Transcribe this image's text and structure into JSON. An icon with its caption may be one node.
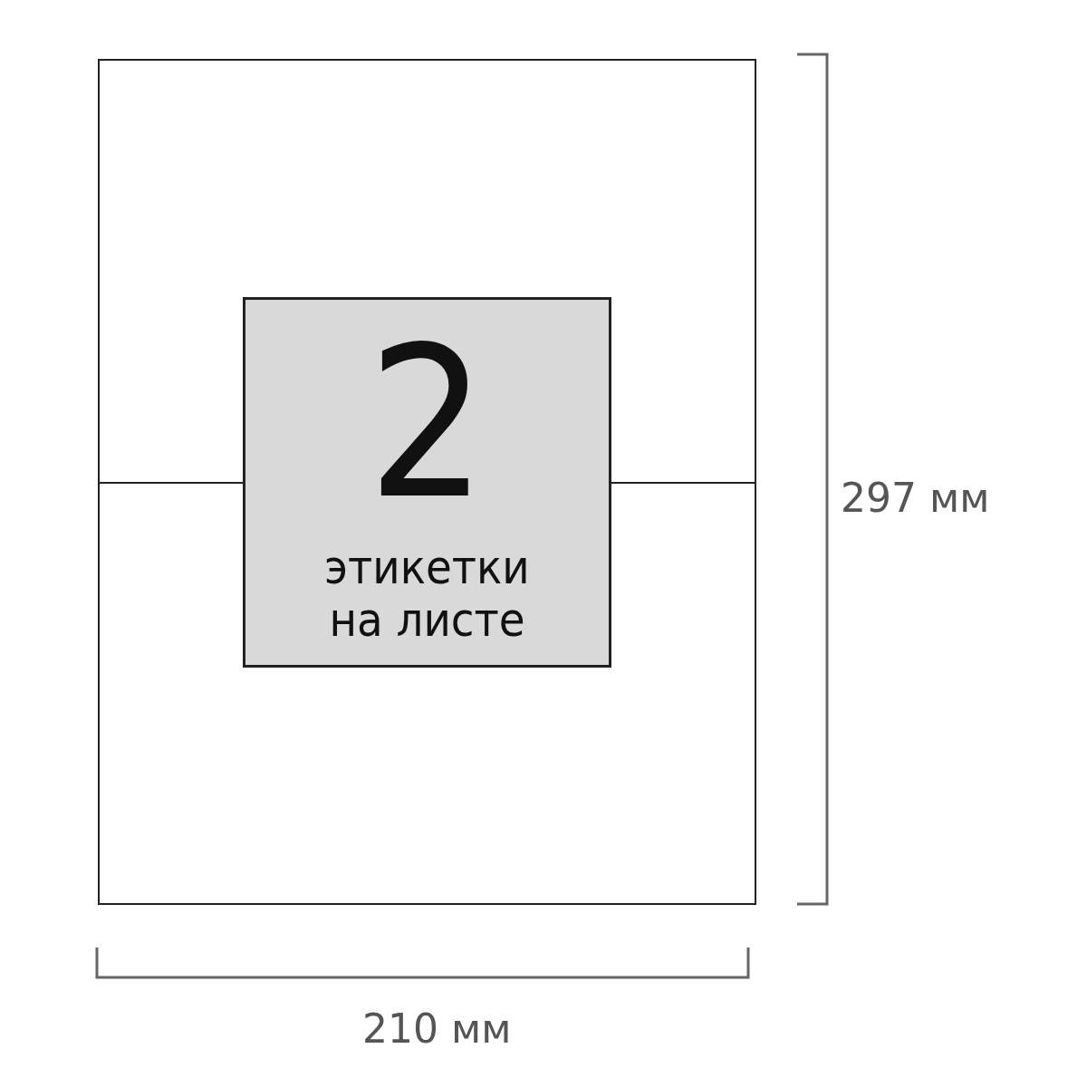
{
  "diagram": {
    "nodes": [
      {
        "text": [],
        "shape": "box"
      },
      {
        "text": [],
        "shape": "box"
      },
      {
        "text": [
          "2",
          "этикетки на листе"
        ]
      }
    ],
    "labels": [
      "297 мм",
      "210 мм"
    ]
  }
}
